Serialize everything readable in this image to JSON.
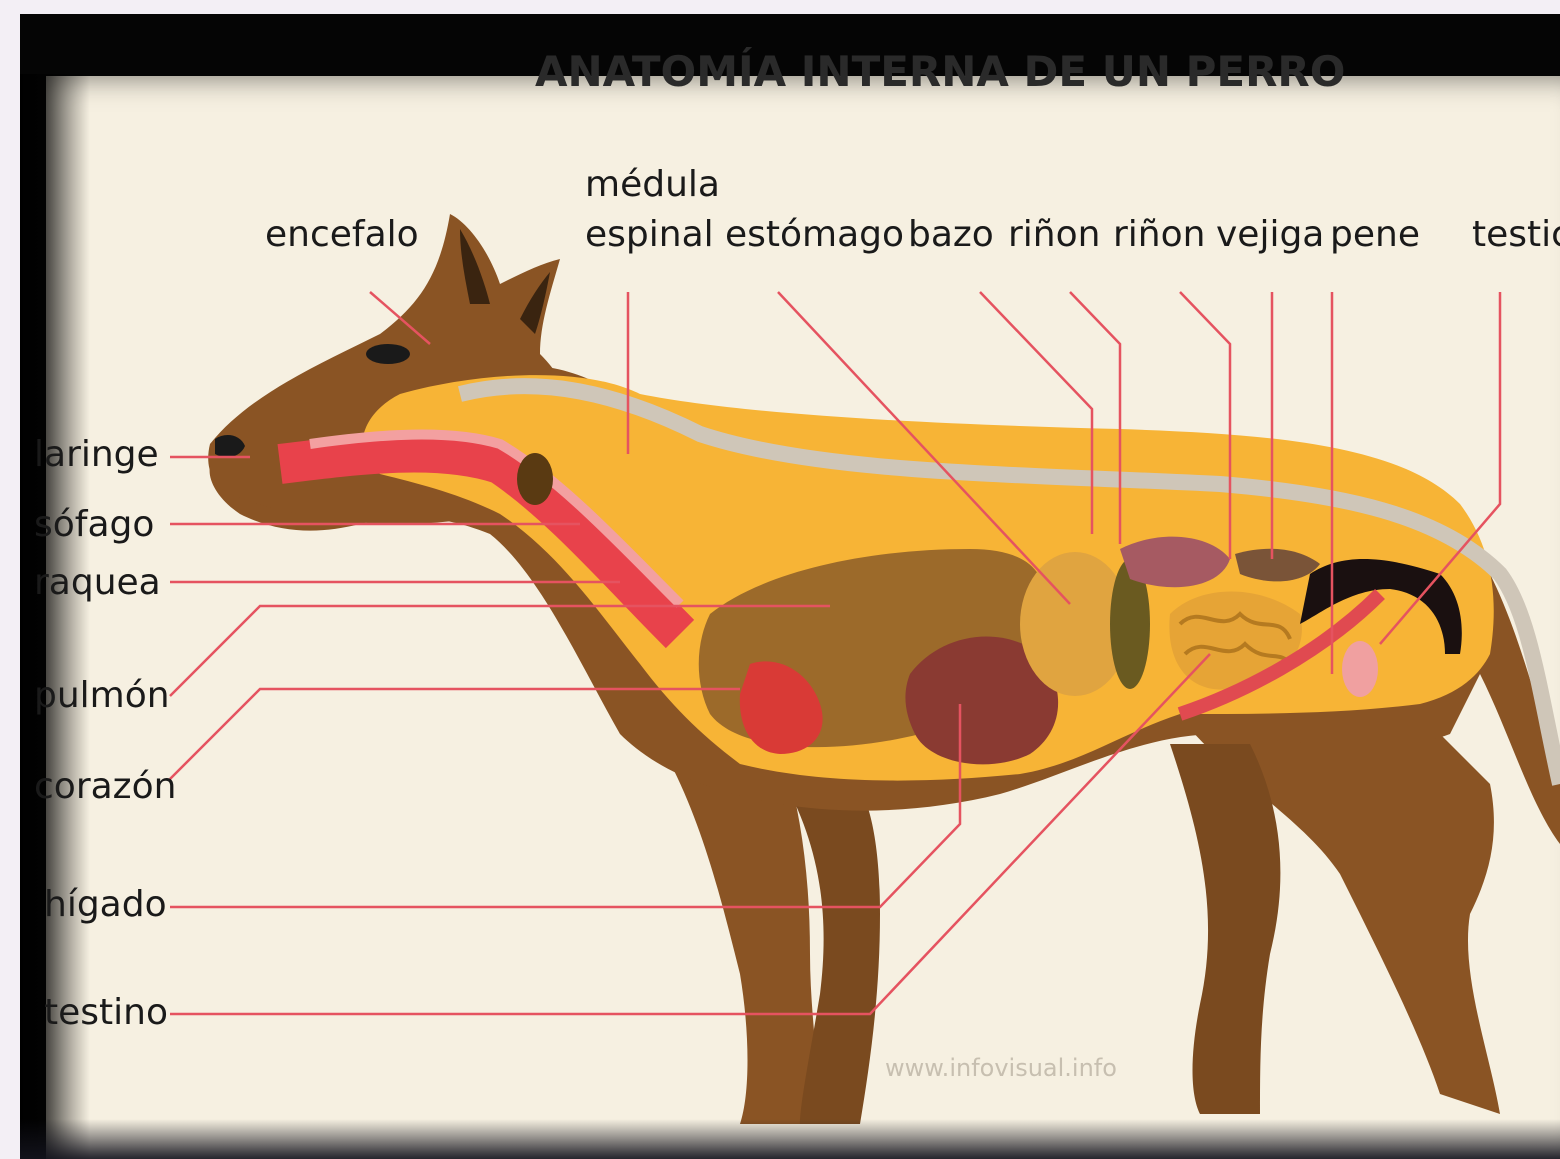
{
  "title": "ANATOMÍA INTERNA DE UN PERRO",
  "labels": {
    "encefalo": "encefalo",
    "medula_1": "médula",
    "medula_2": "espinal",
    "estomago": "estómago",
    "bazo": "bazo",
    "rinon_1": "riñon",
    "rinon_2": "riñon",
    "vejiga": "vejiga",
    "pene": "pene",
    "testiculo": "testicu",
    "laringe": "laringe",
    "esofago": "sófago",
    "traquea": "raquea",
    "pulmon": "pulmón",
    "corazon": "corazón",
    "higado": "hígado",
    "intestino": "testino"
  },
  "watermark": "www.infovisual.info",
  "colors": {
    "dog_fur": "#8a5424",
    "body_cavity": "#f7b436",
    "label_lines": "#e55360"
  }
}
